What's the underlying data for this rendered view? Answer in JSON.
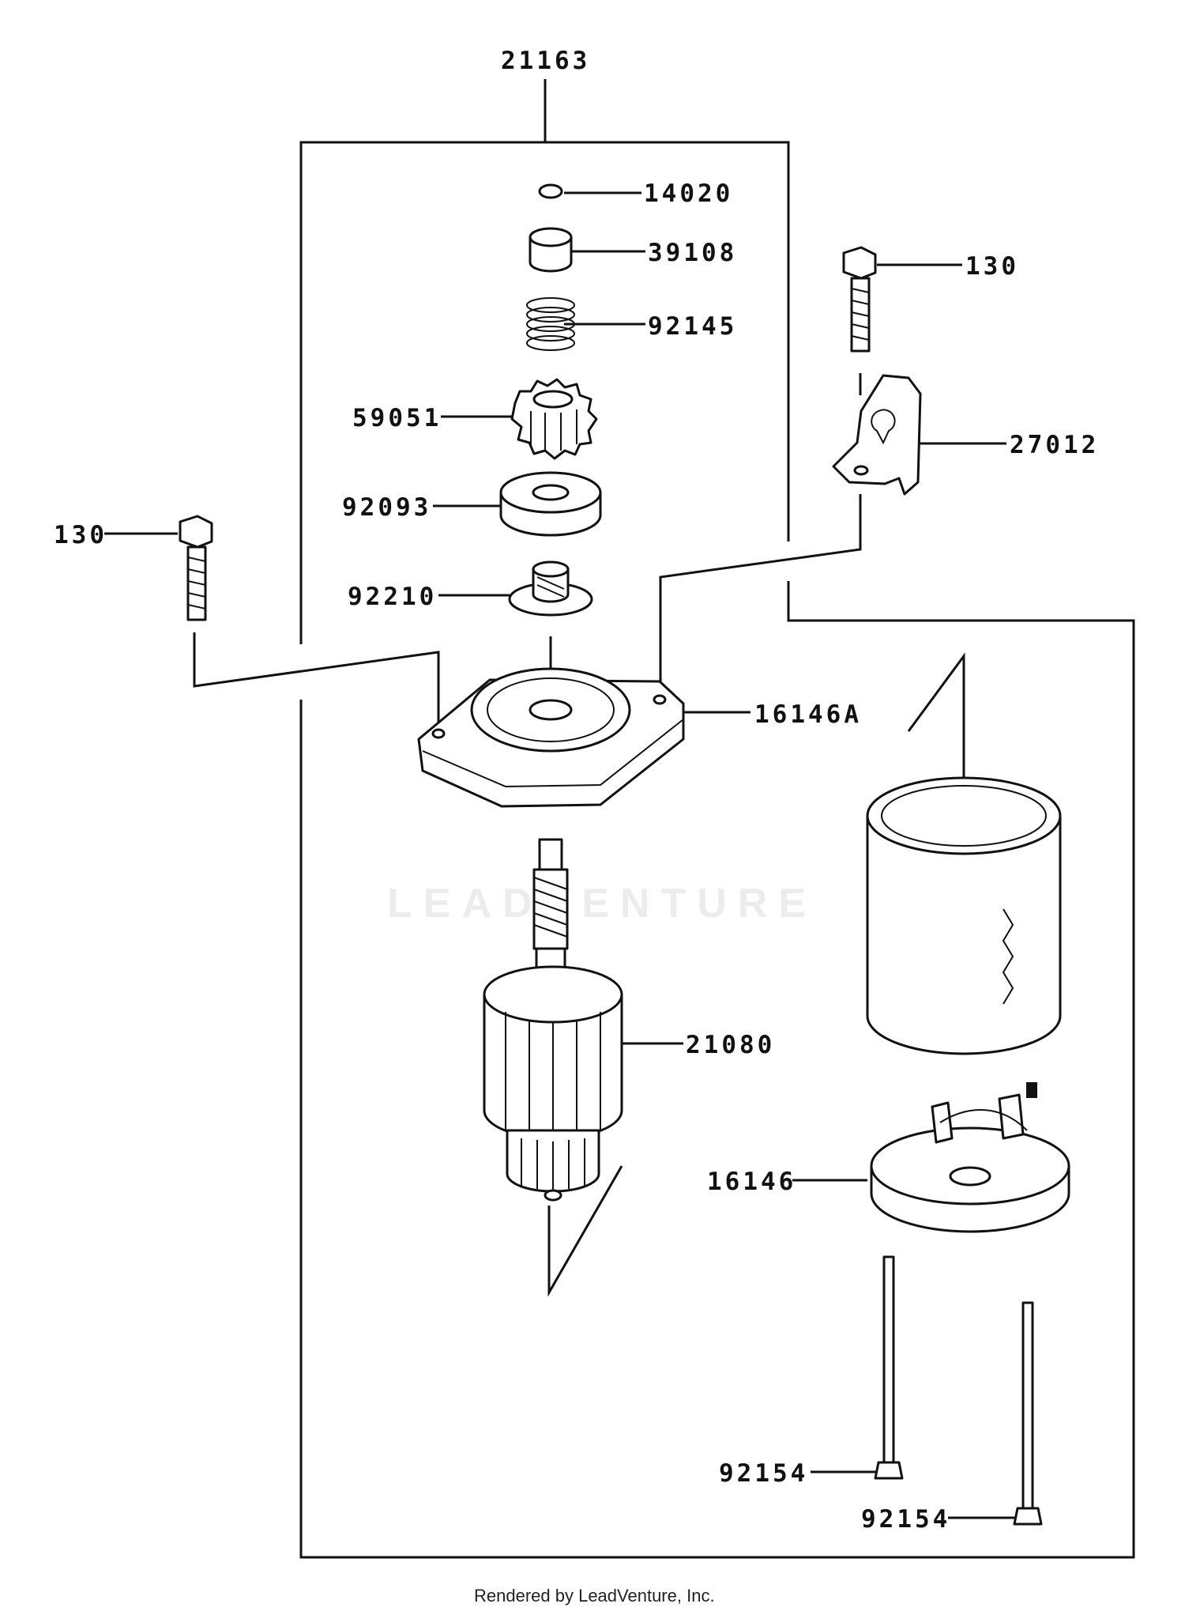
{
  "callouts": {
    "assembly": "21163",
    "p14020": "14020",
    "p39108": "39108",
    "p92145": "92145",
    "p59051": "59051",
    "p92093": "92093",
    "p92210": "92210",
    "p16146A": "16146A",
    "p21080": "21080",
    "p16146": "16146",
    "p130_left": "130",
    "p130_right": "130",
    "p27012": "27012",
    "p92154_a": "92154",
    "p92154_b": "92154"
  },
  "watermark": {
    "text": "LEADVENTURE"
  },
  "footer": {
    "text": "Rendered by LeadVenture, Inc."
  }
}
